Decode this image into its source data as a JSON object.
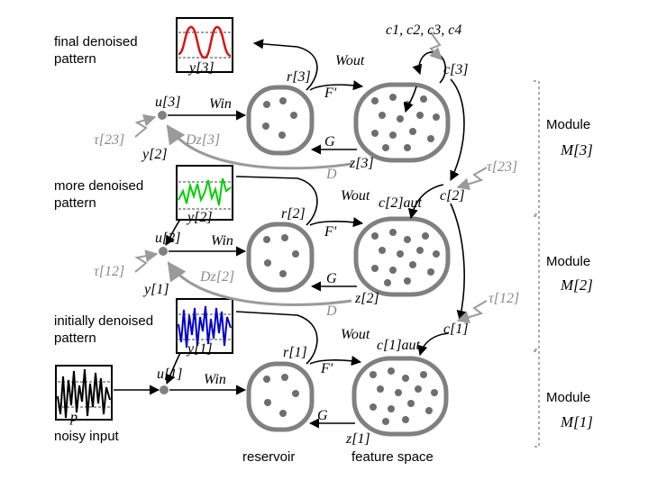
{
  "labels": {
    "final_pattern": [
      "final denoised",
      "pattern"
    ],
    "more_pattern": [
      "more denoised",
      "pattern"
    ],
    "initial_pattern": [
      "initially denoised",
      "pattern"
    ],
    "noisy_input": "noisy input",
    "reservoir": "reservoir",
    "feature_space": "feature space",
    "module_word": "Module",
    "modules": [
      "M[3]",
      "M[2]",
      "M[1]"
    ]
  },
  "math": {
    "conceptors": "c1, c2, c3, c4",
    "c3": "c[3]",
    "c2": "c[2]",
    "c1": "c[1]",
    "c2aut": "c[2]aut",
    "c1aut": "c[1]aut",
    "u3": "u[3]",
    "u2": "u[2]",
    "u1": "u[1]",
    "r3": "r[3]",
    "r2": "r[2]",
    "r1": "r[1]",
    "z3": "z[3]",
    "z2": "z[2]",
    "z1": "z[1]",
    "y3": "y[3]",
    "y2": "y[2]",
    "y1": "y[1]",
    "p": "p",
    "Wout": "Wout",
    "Win": "Win",
    "Fprime": "F′",
    "G": "G",
    "D": "D",
    "Dz3": "Dz[3]",
    "Dz2": "Dz[2]",
    "tau23": "τ[23]",
    "tau12": "τ[12]"
  },
  "colors": {
    "final_signal": "#e01010",
    "more_signal": "#00d000",
    "initial_signal": "#0000d0",
    "noisy_signal": "#000000",
    "circle_stroke": "#808080",
    "dot": "#707070",
    "trust_gray": "#9a9a9a"
  }
}
